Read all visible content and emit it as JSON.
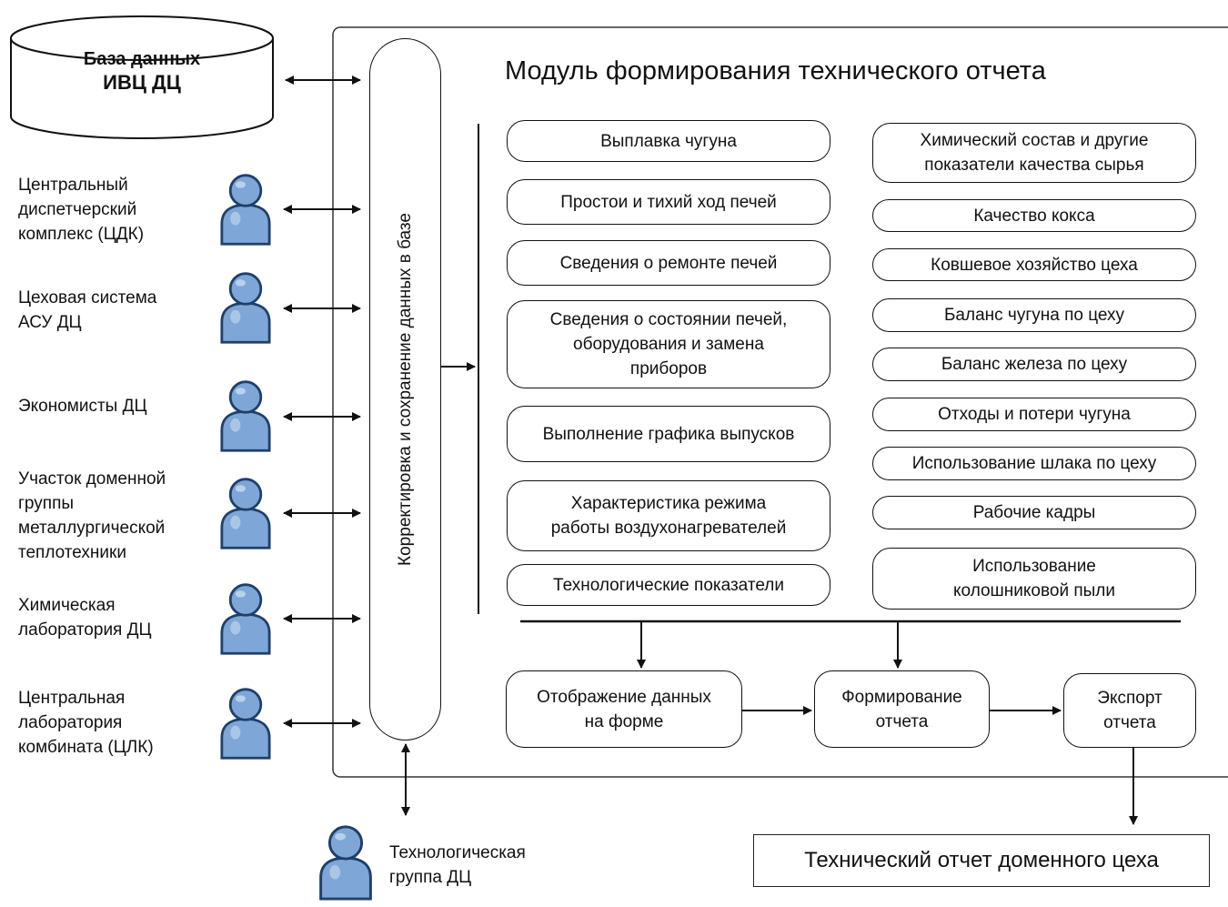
{
  "database": {
    "line1": "База данных",
    "line2": "ИВЦ ДЦ"
  },
  "module_title": "Модуль формирования технического отчета",
  "correction_bar": "Корректировка и сохранение данных в базе",
  "actors": [
    {
      "lines": [
        "Центральный",
        "диспетчерский",
        "комплекс (ЦДК)"
      ]
    },
    {
      "lines": [
        "Цеховая система",
        "АСУ ДЦ"
      ]
    },
    {
      "lines": [
        "Экономисты ДЦ"
      ]
    },
    {
      "lines": [
        "Участок доменной",
        "группы",
        "металлургической",
        "теплотехники"
      ]
    },
    {
      "lines": [
        "Химическая",
        "лаборатория ДЦ"
      ]
    },
    {
      "lines": [
        "Центральная",
        "лаборатория",
        "комбината (ЦЛК)"
      ]
    }
  ],
  "tech_group": {
    "lines": [
      "Технологическая",
      "группа ДЦ"
    ]
  },
  "left_column": [
    {
      "lines": [
        "Выплавка чугуна"
      ]
    },
    {
      "lines": [
        "Простои и тихий ход печей"
      ]
    },
    {
      "lines": [
        "Сведения о ремонте печей"
      ]
    },
    {
      "lines": [
        "Сведения о состоянии печей,",
        "оборудования и замена",
        "приборов"
      ]
    },
    {
      "lines": [
        "Выполнение графика выпусков"
      ]
    },
    {
      "lines": [
        "Характеристика режима",
        "работы воздухонагревателей"
      ]
    },
    {
      "lines": [
        "Технологические показатели"
      ]
    }
  ],
  "right_column": [
    {
      "lines": [
        "Химический состав и другие",
        "показатели качества сырья"
      ]
    },
    {
      "lines": [
        "Качество кокса"
      ]
    },
    {
      "lines": [
        "Ковшевое хозяйство цеха"
      ]
    },
    {
      "lines": [
        "Баланс чугуна по цеху"
      ]
    },
    {
      "lines": [
        "Баланс железа по цеху"
      ]
    },
    {
      "lines": [
        "Отходы и потери чугуна"
      ]
    },
    {
      "lines": [
        "Использование шлака по цеху"
      ]
    },
    {
      "lines": [
        "Рабочие кадры"
      ]
    },
    {
      "lines": [
        "Использование",
        "колошниковой пыли"
      ]
    }
  ],
  "process": [
    {
      "lines": [
        "Отображение данных",
        "на форме"
      ]
    },
    {
      "lines": [
        "Формирование",
        "отчета"
      ]
    },
    {
      "lines": [
        "Экспорт",
        "отчета"
      ]
    }
  ],
  "final_output": "Технический отчет доменного цеха",
  "colors": {
    "person_fill": "#7ea6d6",
    "person_stroke": "#1f3f6b",
    "line": "#111111"
  }
}
